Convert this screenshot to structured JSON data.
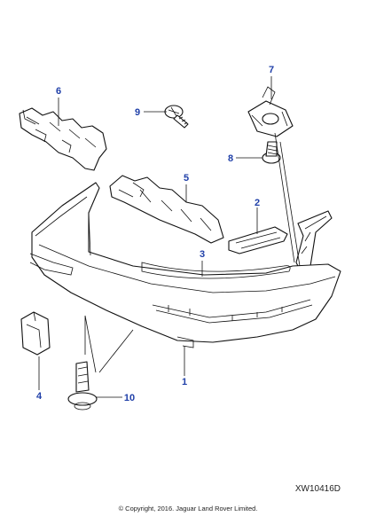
{
  "diagram": {
    "callouts": [
      {
        "id": "1",
        "label": "1"
      },
      {
        "id": "2",
        "label": "2"
      },
      {
        "id": "3",
        "label": "3"
      },
      {
        "id": "4",
        "label": "4"
      },
      {
        "id": "5",
        "label": "5"
      },
      {
        "id": "6",
        "label": "6"
      },
      {
        "id": "7",
        "label": "7"
      },
      {
        "id": "8",
        "label": "8"
      },
      {
        "id": "9",
        "label": "9"
      },
      {
        "id": "10",
        "label": "10"
      }
    ],
    "reference_code": "XW10416D",
    "copyright": "© Copyright, 2016. Jaguar Land Rover Limited.",
    "colors": {
      "callout": "#1f3fa8",
      "line": "#111111",
      "background": "#ffffff"
    }
  }
}
